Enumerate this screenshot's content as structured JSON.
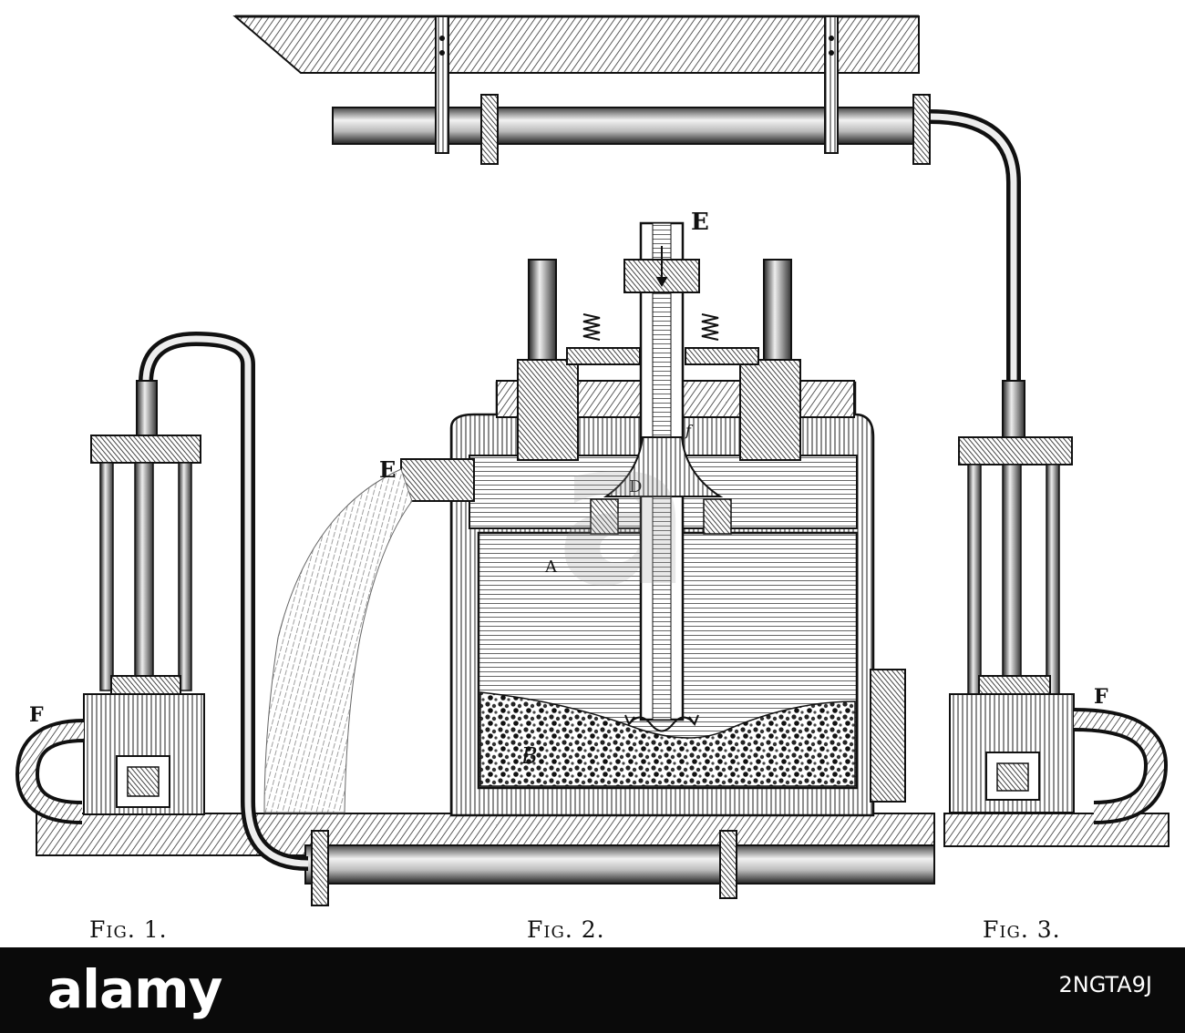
{
  "captions": {
    "fig1": "Fig. 1.",
    "fig2": "Fig. 2.",
    "fig3": "Fig. 3."
  },
  "labels": {
    "E_top": "E",
    "E_side": "E",
    "F_left": "F",
    "F_right": "F",
    "A": "A",
    "B": "B",
    "D": "D",
    "f": "f"
  },
  "watermark": {
    "logo": "alamy",
    "image_code": "2NGTA9J",
    "center_mark": "a"
  },
  "colors": {
    "ink": "#1a1a1a",
    "paper": "#ffffff",
    "bar": "#0a0a0a"
  }
}
